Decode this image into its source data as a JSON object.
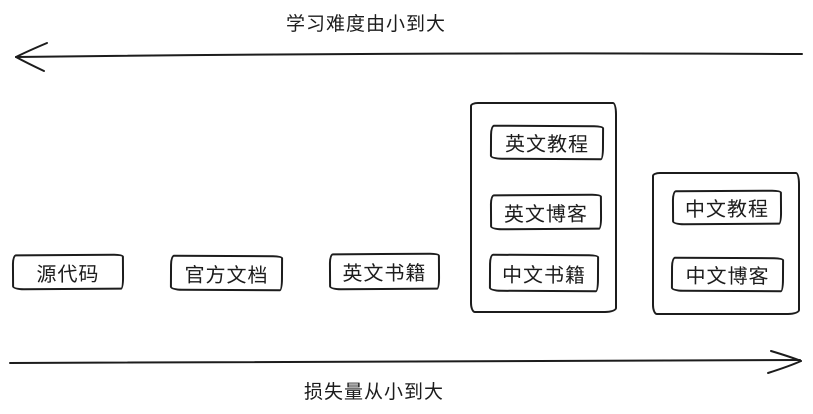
{
  "canvas": {
    "background": "#ffffff",
    "stroke_color": "#1c1c1c",
    "style": "hand-drawn sketch"
  },
  "axes": {
    "top": {
      "label": "学习难度由小到大",
      "direction": "left"
    },
    "bottom": {
      "label": "损失量从小到大",
      "direction": "right"
    }
  },
  "nodes": {
    "source_code": {
      "label": "源代码"
    },
    "official_docs": {
      "label": "官方文档"
    },
    "english_books": {
      "label": "英文书籍"
    },
    "english_tutorials": {
      "label": "英文教程"
    },
    "english_blogs": {
      "label": "英文博客"
    },
    "chinese_books": {
      "label": "中文书籍"
    },
    "chinese_tutorials": {
      "label": "中文教程"
    },
    "chinese_blogs": {
      "label": "中文博客"
    }
  },
  "groups": {
    "group_1": {
      "members": [
        "英文教程",
        "英文博客",
        "中文书籍"
      ]
    },
    "group_2": {
      "members": [
        "中文教程",
        "中文博客"
      ]
    }
  }
}
